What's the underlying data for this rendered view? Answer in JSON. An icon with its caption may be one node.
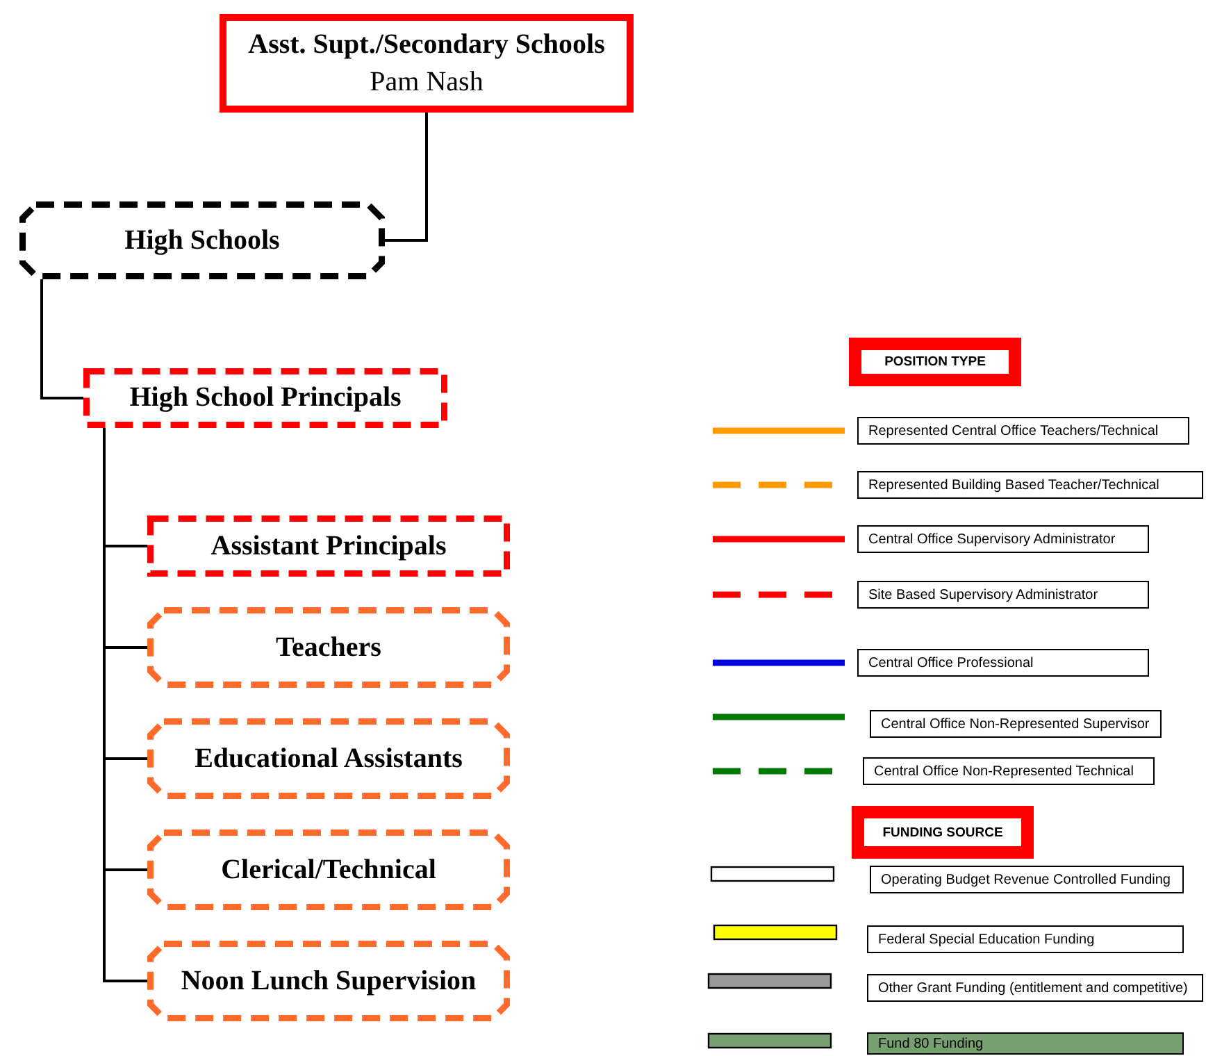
{
  "diagram": {
    "nodes": [
      {
        "text": [
          "Asst. Supt./Secondary Schools",
          "Pam Nash"
        ]
      },
      {
        "text": [
          "High Schools"
        ]
      },
      {
        "text": [
          "High School Principals"
        ]
      },
      {
        "text": [
          "Assistant Principals"
        ]
      },
      {
        "text": [
          "Teachers"
        ]
      },
      {
        "text": [
          "Educational Assistants"
        ]
      },
      {
        "text": [
          "Clerical/Technical"
        ]
      },
      {
        "text": [
          "Noon Lunch Supervision"
        ]
      }
    ],
    "edges": [
      {
        "from": 0,
        "to": 1,
        "arrow": "none"
      },
      {
        "from": 1,
        "to": 2,
        "arrow": "none"
      },
      {
        "from": 2,
        "to": 3,
        "arrow": "none"
      },
      {
        "from": 2,
        "to": 4,
        "arrow": "none"
      },
      {
        "from": 2,
        "to": 5,
        "arrow": "none"
      },
      {
        "from": 2,
        "to": 6,
        "arrow": "none"
      },
      {
        "from": 2,
        "to": 7,
        "arrow": "none"
      }
    ],
    "labels": [
      "POSITION TYPE",
      "FUNDING SOURCE"
    ],
    "legend": [
      {
        "text": "Represented Central Office Teachers/Technical"
      },
      {
        "text": "Represented Building Based Teacher/Technical"
      },
      {
        "text": "Central Office Supervisory Administrator"
      },
      {
        "text": "Site Based Supervisory Administrator"
      },
      {
        "text": "Central Office Professional"
      },
      {
        "text": "Central Office Non-Represented Supervisor"
      },
      {
        "text": "Central Office Non-Represented Technical"
      },
      {
        "text": "Operating Budget Revenue Controlled Funding",
        "color": "#ffffff"
      },
      {
        "text": "Federal Special Education Funding",
        "color": "#ffff00"
      },
      {
        "text": "Other Grant Funding (entitlement and competitive)",
        "color": "#999999"
      },
      {
        "text": "Fund 80 Funding",
        "color": "#77a070"
      }
    ]
  }
}
